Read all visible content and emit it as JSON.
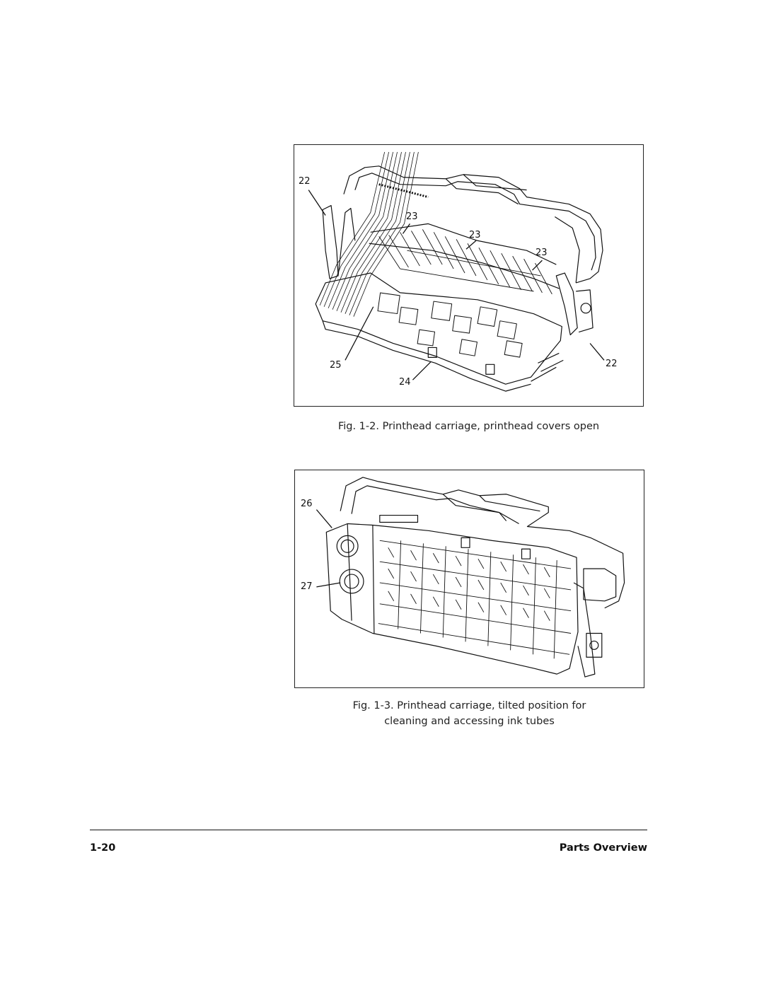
{
  "figure1": {
    "callouts": [
      "22",
      "23",
      "23",
      "23",
      "22",
      "25",
      "24"
    ],
    "caption": "Fig. 1-2. Printhead carriage, printhead covers open"
  },
  "figure2": {
    "callouts": [
      "26",
      "27"
    ],
    "caption_line1": "Fig. 1-3. Printhead carriage, tilted position for",
    "caption_line2": "cleaning and accessing ink tubes"
  },
  "footer": {
    "page_number": "1-20",
    "section_title": "Parts Overview"
  }
}
